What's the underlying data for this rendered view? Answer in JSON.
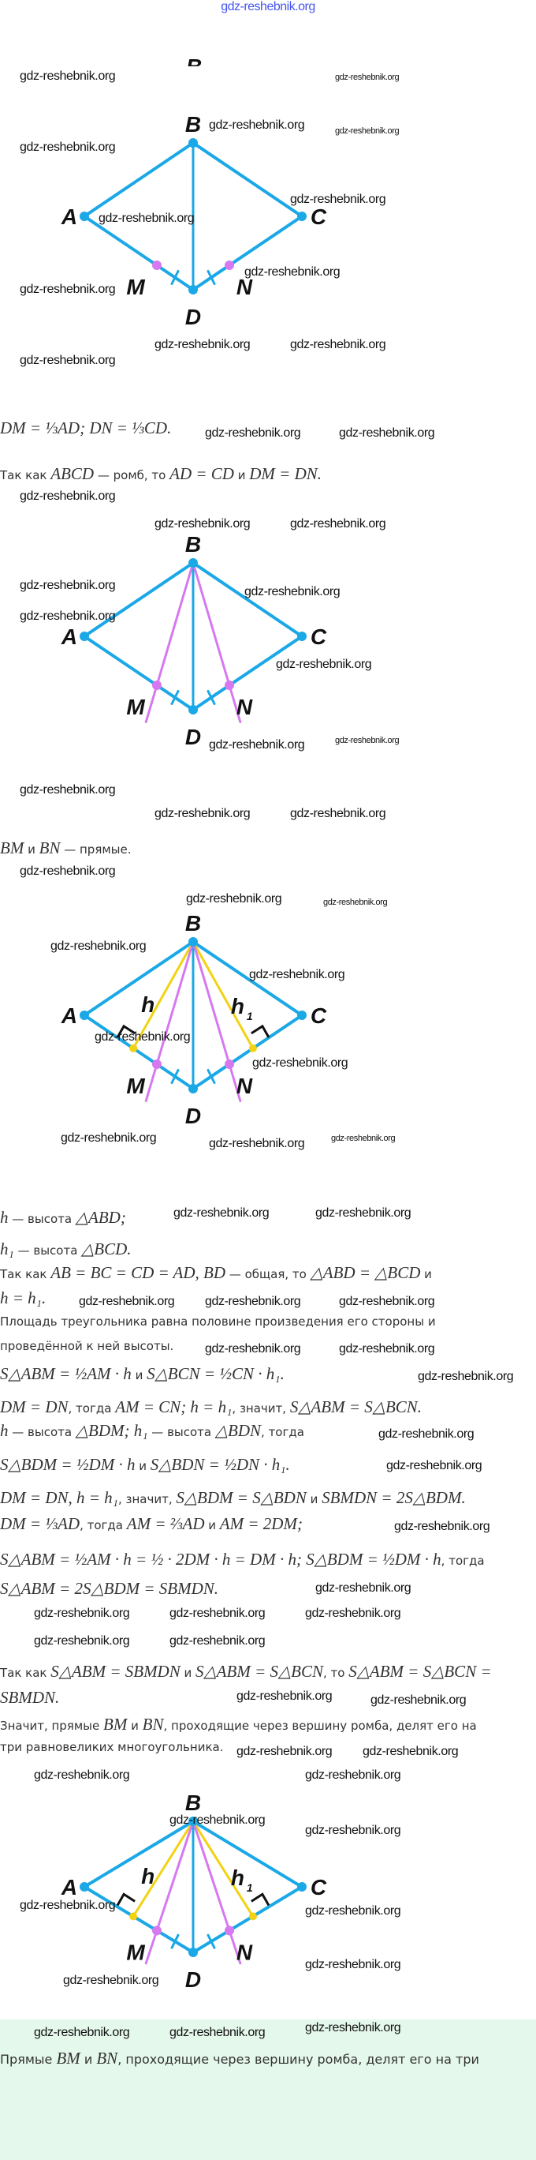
{
  "header": {
    "site": "gdz-reshebnik.org"
  },
  "watermark": "gdz-reshebnik.org",
  "figure": {
    "A": "A",
    "B": "B",
    "C": "C",
    "D": "D",
    "M": "M",
    "N": "N",
    "h": "h",
    "h1": "h",
    "h1_sub": "1",
    "partial_label": "B"
  },
  "colors": {
    "rhombus": "#1ba8e6",
    "lines_bm_bn": "#d679f0",
    "heights": "#f2d212",
    "answer_bg": "#e5f8ec",
    "header": "#4455ee"
  },
  "text": {
    "l1": "DM = ⅓AD; DN = ⅓CD.",
    "l2a": "Так как ",
    "l2b": "ABCD",
    "l2c": " — ромб, то ",
    "l2d": "AD = CD",
    "l2e": " и ",
    "l2f": "DM = DN.",
    "l3a": "BM",
    "l3b": " и ",
    "l3c": "BN",
    "l3d": " — прямые.",
    "l4a": "h",
    "l4b": " — высота ",
    "l4c": "△ABD;",
    "l5a": "h₁",
    "l5b": " — высота ",
    "l5c": "△BCD.",
    "l6a": "Так как ",
    "l6b": "AB = BC = CD = AD, BD",
    "l6c": " — общая, то ",
    "l6d": "△ABD = △BCD",
    "l6e": " и",
    "l7": "h = h₁.",
    "l8": "Площадь треугольника равна половине произведения его стороны и",
    "l9": "проведённой к ней высоты.",
    "l10a": "S△ABM = ½AM · h",
    "l10b": " и ",
    "l10c": "S△BCN = ½CN · h₁.",
    "l11a": "DM = DN",
    "l11b": ", тогда ",
    "l11c": "AM = CN; h = h₁",
    "l11d": ", значит, ",
    "l11e": "S△ABM = S△BCN.",
    "l12a": "h",
    "l12b": " — высота ",
    "l12c": "△BDM; h₁",
    "l12d": " — высота ",
    "l12e": "△BDN",
    "l12f": ", тогда",
    "l13a": "S△BDM = ½DM · h",
    "l13b": " и ",
    "l13c": "S△BDN = ½DN · h₁.",
    "l14a": "DM = DN, h = h₁",
    "l14b": ", значит, ",
    "l14c": "S△BDM = S△BDN",
    "l14d": " и ",
    "l14e": "SBMDN = 2S△BDM.",
    "l15a": "DM = ⅓AD",
    "l15b": ", тогда ",
    "l15c": "AM = ⅔AD",
    "l15d": " и ",
    "l15e": "AM = 2DM;",
    "l16a": "S△ABM = ½AM · h = ½ · 2DM · h = DM · h; S△BDM = ½DM · h",
    "l16b": ", тогда",
    "l17": "S△ABM = 2S△BDM = SBMDN.",
    "l18a": "Так как ",
    "l18b": "S△ABM = SBMDN",
    "l18c": " и ",
    "l18d": "S△ABM = S△BCN",
    "l18e": ", то ",
    "l18f": "S△ABM = S△BCN =",
    "l19": "SBMDN.",
    "l20a": "Значит, прямые ",
    "l20b": "BM",
    "l20c": " и ",
    "l20d": "BN",
    "l20e": ", проходящие через вершину ромба, делят его на",
    "l21": "три равновеликих многоугольника."
  },
  "answer": {
    "a": "Прямые ",
    "b": "BM",
    "c": " и ",
    "d": "BN",
    "e": ", проходящие через вершину ромба, делят его на три"
  }
}
